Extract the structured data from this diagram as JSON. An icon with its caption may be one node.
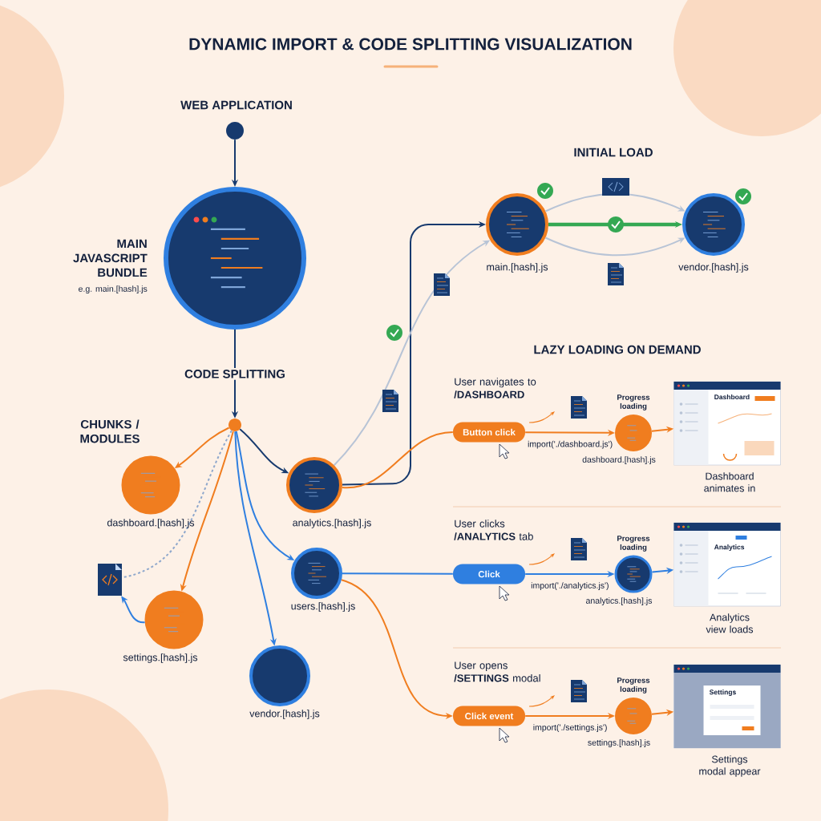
{
  "diagram": {
    "title": "DYNAMIC IMPORT & CODE SPLITTING VISUALIZATION",
    "nodes": [
      {
        "text": [
          "WEB APPLICATION"
        ]
      },
      {
        "text": [],
        "shape": "circle",
        "beside": [
          "MAIN JAVASCRIPT BUNDLE",
          "e.g. main.[hash].js"
        ]
      },
      {
        "text": [],
        "shape": "circle"
      },
      {
        "text": [],
        "shape": "circle",
        "beside": [
          "dashboard.[hash].js"
        ]
      },
      {
        "text": [],
        "shape": "circle",
        "beside": [
          "analytics.[hash].js"
        ]
      },
      {
        "text": [],
        "shape": "picture"
      },
      {
        "text": [],
        "shape": "circle",
        "beside": [
          "settings.[hash].js"
        ]
      },
      {
        "text": [],
        "shape": "circle",
        "beside": [
          "users.[hash].js"
        ]
      },
      {
        "text": [],
        "shape": "circle",
        "beside": [
          "vendor.[hash].js"
        ]
      },
      {
        "text": [],
        "shape": "circle",
        "beside": [
          "main.[hash].js"
        ]
      },
      {
        "text": [],
        "shape": "circle",
        "beside": [
          "vendor.[hash].js"
        ]
      },
      {
        "text": [
          "Button click"
        ]
      },
      {
        "text": [],
        "shape": "circle",
        "beside": [
          "Progress loading",
          "dashboard.[hash].js"
        ]
      },
      {
        "text": [
          "Dashboard"
        ],
        "beside": [
          "Dashboard animates in"
        ]
      },
      {
        "text": [
          "Click"
        ]
      },
      {
        "text": [],
        "shape": "circle",
        "beside": [
          "Progress loading",
          "analytics.[hash].js"
        ]
      },
      {
        "text": [
          "Analytics"
        ],
        "beside": [
          "Analytics view loads"
        ]
      },
      {
        "text": [
          "Click event"
        ]
      },
      {
        "text": [],
        "shape": "circle",
        "beside": [
          "Progress loading",
          "settings.[hash].js"
        ]
      },
      {
        "text": [
          "Settings"
        ],
        "beside": [
          "Settings modal appear"
        ]
      }
    ],
    "edges": [
      {
        "from": 0,
        "to": 1,
        "arrow": "to",
        "color": "#173a6e"
      },
      {
        "from": 1,
        "to": 2,
        "arrow": "to",
        "label": "CODE SPLITTING",
        "color": "#173a6e"
      },
      {
        "from": 2,
        "to": 3,
        "arrow": "to",
        "color": "#f07d1f"
      },
      {
        "from": 2,
        "to": 4,
        "arrow": "to",
        "color": "#173a6e"
      },
      {
        "from": 2,
        "to": 5,
        "arrow": "none",
        "style": "dashed",
        "color": "#8fa8cc"
      },
      {
        "from": 2,
        "to": 6,
        "arrow": "to",
        "color": "#f07d1f"
      },
      {
        "from": 2,
        "to": 7,
        "arrow": "to",
        "color": "#2f7fe0"
      },
      {
        "from": 2,
        "to": 8,
        "arrow": "to",
        "color": "#2f7fe0"
      },
      {
        "from": 6,
        "to": 5,
        "arrow": "to",
        "color": "#2f7fe0"
      },
      {
        "from": 4,
        "to": 9,
        "arrow": "to",
        "color": "#173a6e"
      },
      {
        "from": 4,
        "to": 9,
        "arrow": "to",
        "color": "#b8c4d6"
      },
      {
        "from": 9,
        "to": 10,
        "arrow": "to",
        "style": "thick",
        "color": "#34a853"
      },
      {
        "from": 9,
        "to": 10,
        "arrow": "to",
        "color": "#b8c4d6"
      },
      {
        "from": 9,
        "to": 10,
        "arrow": "to",
        "color": "#b8c4d6"
      },
      {
        "from": 4,
        "to": 11,
        "arrow": "none",
        "color": "#f07d1f"
      },
      {
        "from": 11,
        "to": 12,
        "arrow": "to",
        "label": "import('./dashboard.js')",
        "color": "#f07d1f"
      },
      {
        "from": 12,
        "to": 13,
        "arrow": "to",
        "color": "#f07d1f"
      },
      {
        "from": 7,
        "to": 14,
        "arrow": "none",
        "color": "#2f7fe0"
      },
      {
        "from": 14,
        "to": 15,
        "arrow": "to",
        "label": "import('./analytics.js')",
        "color": "#2f7fe0"
      },
      {
        "from": 15,
        "to": 16,
        "arrow": "to",
        "color": "#2f7fe0"
      },
      {
        "from": 7,
        "to": 17,
        "arrow": "to",
        "color": "#f07d1f"
      },
      {
        "from": 17,
        "to": 18,
        "arrow": "to",
        "label": "import('./settings.js')",
        "color": "#f07d1f"
      },
      {
        "from": 18,
        "to": 19,
        "arrow": "to",
        "color": "#f07d1f"
      }
    ],
    "labels": [
      "CHUNKS / MODULES",
      "INITIAL LOAD",
      "LAZY LOADING ON DEMAND",
      "User navigates to **/DASHBOARD**",
      "User clicks **/ANALYTICS** tab",
      "User opens **/SETTINGS** modal"
    ]
  }
}
